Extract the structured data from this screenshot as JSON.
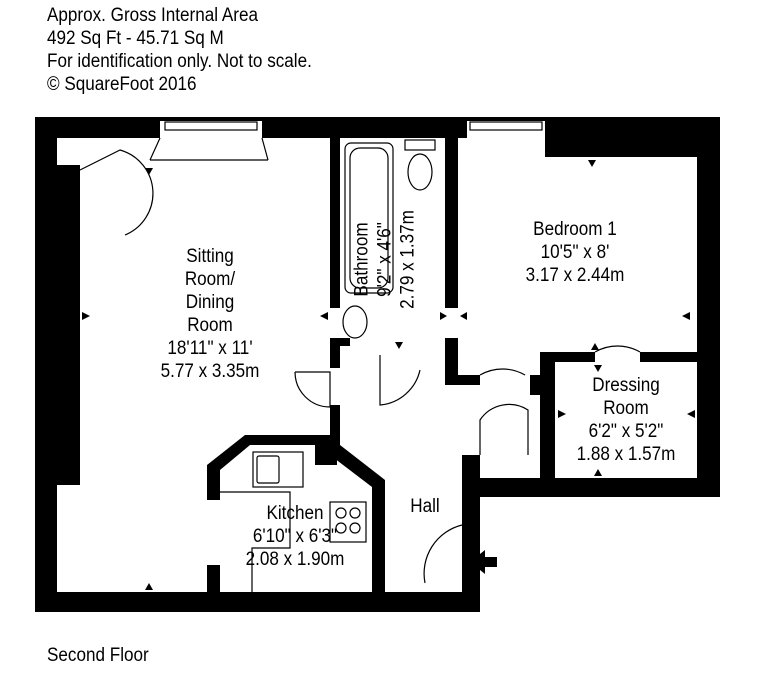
{
  "header": {
    "line1": "Approx. Gross Internal Area",
    "line2": "492 Sq Ft  -  45.71 Sq M",
    "line3": "For identification only. Not to scale.",
    "line4": "© SquareFoot 2016"
  },
  "rooms": {
    "sitting": {
      "name1": "Sitting",
      "name2": "Room/",
      "name3": "Dining",
      "name4": "Room",
      "imperial": "18'11\" x 11'",
      "metric": "5.77 x 3.35m"
    },
    "bathroom": {
      "name": "Bathroom",
      "imperial": "9'2\" x 4'6\"",
      "metric": "2.79 x 1.37m"
    },
    "bedroom": {
      "name": "Bedroom 1",
      "imperial": "10'5\" x 8'",
      "metric": "3.17 x 2.44m"
    },
    "dressing": {
      "name1": "Dressing",
      "name2": "Room",
      "imperial": "6'2\" x 5'2\"",
      "metric": "1.88 x 1.57m"
    },
    "kitchen": {
      "name": "Kitchen",
      "imperial": "6'10\" x 6'3\"",
      "metric": "2.08 x 1.90m"
    },
    "hall": {
      "name": "Hall"
    }
  },
  "floor_label": "Second Floor"
}
